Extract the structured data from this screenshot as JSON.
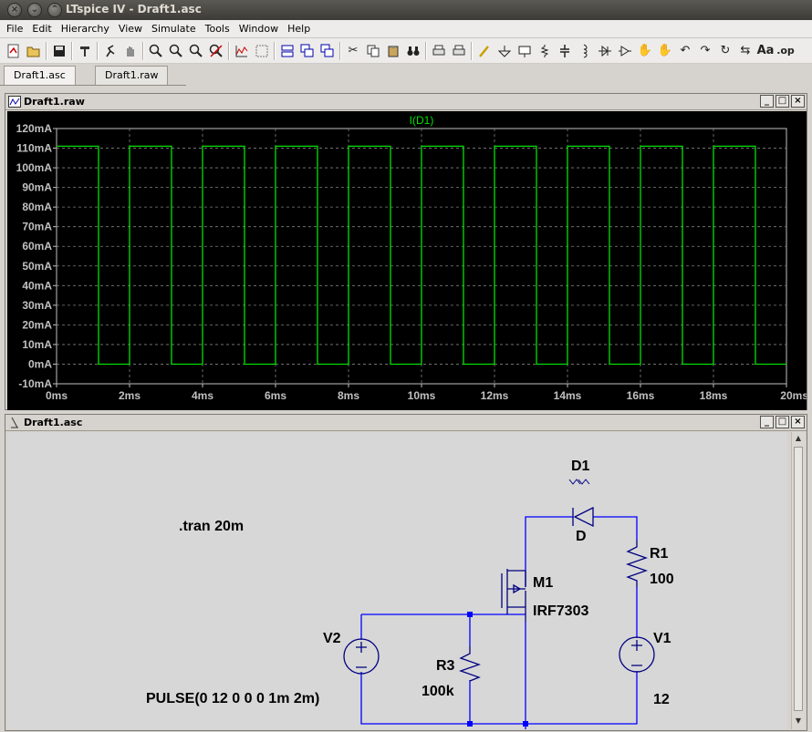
{
  "window": {
    "title": "LTspice IV - Draft1.asc",
    "controls": [
      "close",
      "minimize",
      "maximize"
    ]
  },
  "menu": [
    "File",
    "Edit",
    "Hierarchy",
    "View",
    "Simulate",
    "Tools",
    "Window",
    "Help"
  ],
  "toolbar": {
    "icons": [
      "new-schematic-icon",
      "open-icon",
      "save-icon",
      "control-panel-icon",
      "run-icon",
      "halt-icon",
      "zoom-in-icon",
      "zoom-pan-icon",
      "zoom-out-icon",
      "zoom-cancel-icon",
      "autorange-icon",
      "autorange-grid-icon",
      "tile-horizontal-icon",
      "cascade-icon",
      "tile-vertical-icon",
      "cut-icon",
      "copy-icon",
      "paste-icon",
      "find-icon",
      "print-setup-icon",
      "print-icon",
      "wire-icon",
      "ground-icon",
      "label-icon",
      "resistor-icon",
      "capacitor-icon",
      "inductor-icon",
      "diode-icon",
      "component-icon",
      "move-icon",
      "drag-icon",
      "undo-icon",
      "redo-icon",
      "rotate-icon",
      "mirror-icon",
      "text-icon",
      "spice-directive-icon"
    ]
  },
  "tabs": [
    {
      "label": "Draft1.asc",
      "active": true
    },
    {
      "label": "Draft1.raw",
      "active": false
    }
  ],
  "waveform_window": {
    "title": "Draft1.raw",
    "buttons": [
      "_",
      "□",
      "×"
    ]
  },
  "schematic_window": {
    "title": "Draft1.asc",
    "buttons": [
      "_",
      "□",
      "×"
    ]
  },
  "colors": {
    "trace": "#00e000",
    "plot_bg": "#000000",
    "grid": "#808080",
    "axis_text": "#c0c0c0",
    "wire": "#0000ff",
    "component": "#000080",
    "schematic_bg": "#d7d7d7"
  },
  "chart_data": {
    "type": "line",
    "title": "I(D1)",
    "xlabel": "",
    "ylabel": "",
    "x_ticks": [
      "0ms",
      "2ms",
      "4ms",
      "6ms",
      "8ms",
      "10ms",
      "12ms",
      "14ms",
      "16ms",
      "18ms",
      "20ms"
    ],
    "y_ticks": [
      "120mA",
      "110mA",
      "100mA",
      "90mA",
      "80mA",
      "70mA",
      "60mA",
      "50mA",
      "40mA",
      "30mA",
      "20mA",
      "10mA",
      "0mA",
      "-10mA"
    ],
    "xlim": [
      0,
      20
    ],
    "ylim": [
      -10,
      120
    ],
    "grid": true,
    "series": [
      {
        "name": "I(D1)",
        "x_unit": "ms",
        "y_unit": "mA",
        "x": [
          0,
          1.15,
          1.15,
          2,
          2,
          3.15,
          3.15,
          4,
          4,
          5.15,
          5.15,
          6,
          6,
          7.15,
          7.15,
          8,
          8,
          9.15,
          9.15,
          10,
          10,
          11.15,
          11.15,
          12,
          12,
          13.15,
          13.15,
          14,
          14,
          15.15,
          15.15,
          16,
          16,
          17.15,
          17.15,
          18,
          18,
          19.15,
          19.15,
          20
        ],
        "y": [
          111,
          111,
          0,
          0,
          111,
          111,
          0,
          0,
          111,
          111,
          0,
          0,
          111,
          111,
          0,
          0,
          111,
          111,
          0,
          0,
          111,
          111,
          0,
          0,
          111,
          111,
          0,
          0,
          111,
          111,
          0,
          0,
          111,
          111,
          0,
          0,
          111,
          111,
          0,
          0
        ]
      }
    ]
  },
  "schematic": {
    "directive": ".tran 20m",
    "components": {
      "d1_name": "D1",
      "d1_value": "D",
      "r1_name": "R1",
      "r1_value": "100",
      "m1_name": "M1",
      "m1_value": "IRF7303",
      "v1_name": "V1",
      "v1_value": "12",
      "v2_name": "V2",
      "v2_value": "PULSE(0 12 0 0 0 1m 2m)",
      "r3_name": "R3",
      "r3_value": "100k"
    }
  }
}
